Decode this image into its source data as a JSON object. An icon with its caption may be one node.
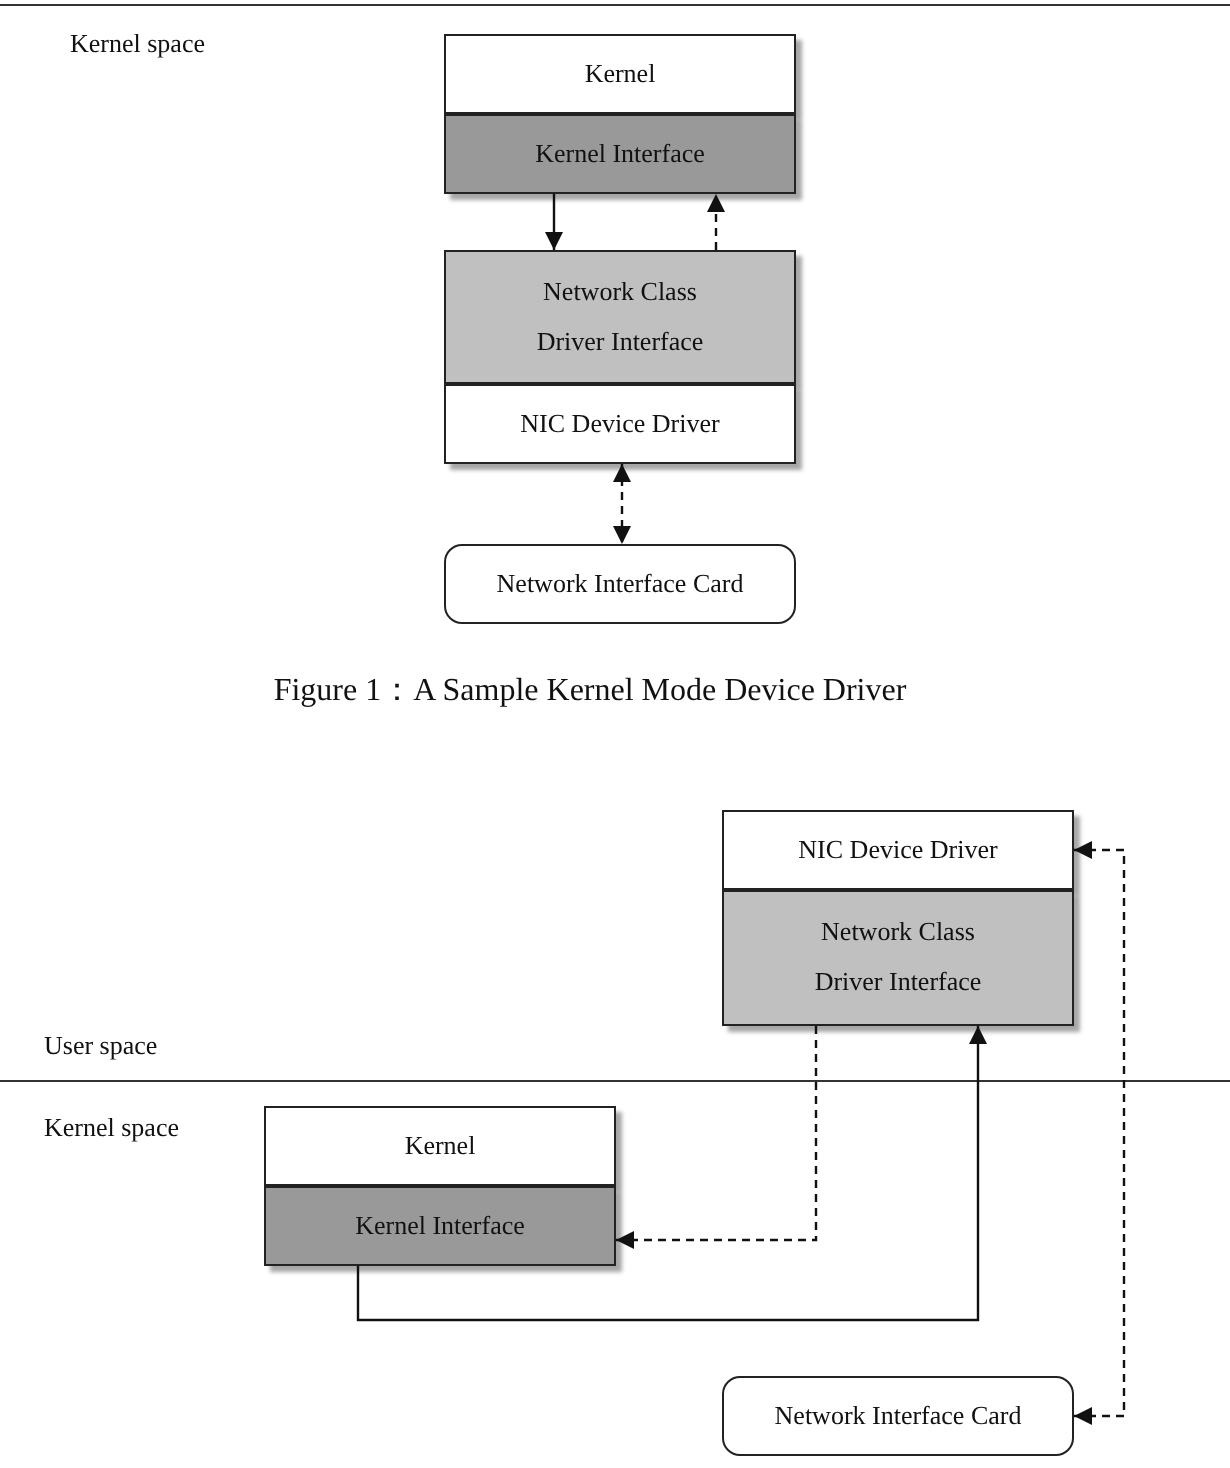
{
  "diagram": {
    "nodes": [
      {
        "text": [
          "Kernel"
        ]
      },
      {
        "text": [
          "Kernel Interface"
        ]
      },
      {
        "text": [
          "Network Class Driver Interface"
        ]
      },
      {
        "text": [
          "NIC Device Driver"
        ]
      },
      {
        "text": [
          "Network Interface Card"
        ]
      },
      {
        "text": [
          "NIC Device Driver"
        ]
      },
      {
        "text": [
          "Network Class Driver Interface"
        ]
      },
      {
        "text": [
          "Kernel"
        ]
      },
      {
        "text": [
          "Kernel Interface"
        ]
      },
      {
        "text": [
          "Network Interface Card"
        ]
      }
    ],
    "edges": [
      {
        "from": 1,
        "to": 2,
        "arrow": "to"
      },
      {
        "from": 2,
        "to": 1,
        "arrow": "to",
        "style": "dashed"
      },
      {
        "from": 3,
        "to": 4,
        "arrow": "both",
        "style": "dashed"
      },
      {
        "from": 6,
        "to": 8,
        "arrow": "to",
        "style": "dashed"
      },
      {
        "from": 8,
        "to": 6,
        "arrow": "to"
      },
      {
        "from": 5,
        "to": 9,
        "arrow": "both",
        "style": "dashed"
      }
    ],
    "labels": [
      "Kernel space",
      "Figure 1：A Sample Kernel Mode Device Driver",
      "User space",
      "Kernel space"
    ]
  }
}
